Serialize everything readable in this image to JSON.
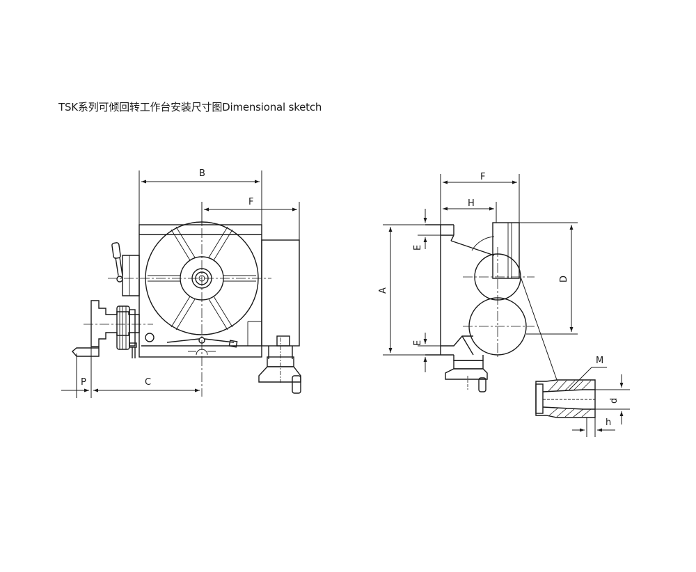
{
  "title": "TSK系列可倾回转工作台安装尺寸图Dimensional sketch",
  "labels": {
    "A": "A",
    "B": "B",
    "C": "C",
    "D": "D",
    "E_top": "E",
    "E_bottom": "E",
    "F_front": "F",
    "F_side": "F",
    "H": "H",
    "M": "M",
    "P": "P",
    "d": "d",
    "h": "h"
  },
  "colors": {
    "line": "#1a1a1a",
    "background": "#ffffff"
  }
}
